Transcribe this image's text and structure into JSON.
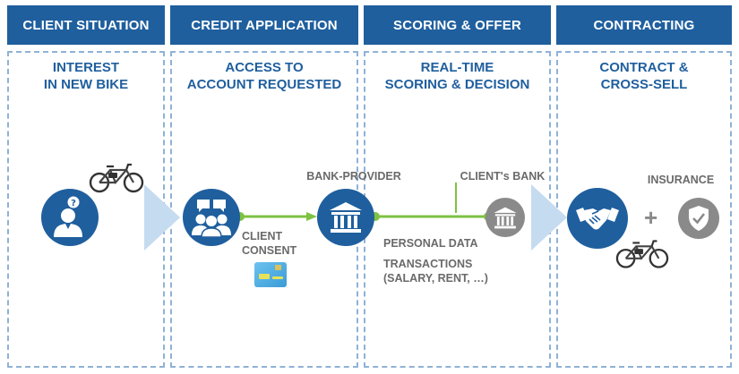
{
  "headers": [
    {
      "label": "CLIENT SITUATION"
    },
    {
      "label": "CREDIT APPLICATION"
    },
    {
      "label": "SCORING & OFFER"
    },
    {
      "label": "CONTRACTING"
    }
  ],
  "columns": [
    {
      "title": "INTEREST\nIN NEW BIKE"
    },
    {
      "title": "ACCESS TO\nACCOUNT REQUESTED"
    },
    {
      "title": "REAL-TIME\nSCORING & DECISION"
    },
    {
      "title": "CONTRACT &\nCROSS-SELL"
    }
  ],
  "labels": {
    "bank_provider": "BANK-PROVIDER",
    "clients_bank": "CLIENT's BANK",
    "insurance": "INSURANCE",
    "client_consent": "CLIENT\nCONSENT",
    "personal_data": "PERSONAL DATA",
    "transactions": "TRANSACTIONS\n(SALARY, RENT, …)",
    "plus": "+"
  },
  "colors": {
    "brand_blue": "#1f5f9e",
    "dashed_border": "#8fb2d6",
    "arrow_light_blue": "#c5dbf0",
    "connector_green": "#7dc242",
    "grey": "#8a8a8a"
  },
  "icons": [
    "person-question-icon",
    "bike-icon",
    "people-group-icon",
    "bank-icon",
    "bank-icon-grey",
    "card-icon",
    "handshake-icon",
    "shield-check-icon"
  ]
}
